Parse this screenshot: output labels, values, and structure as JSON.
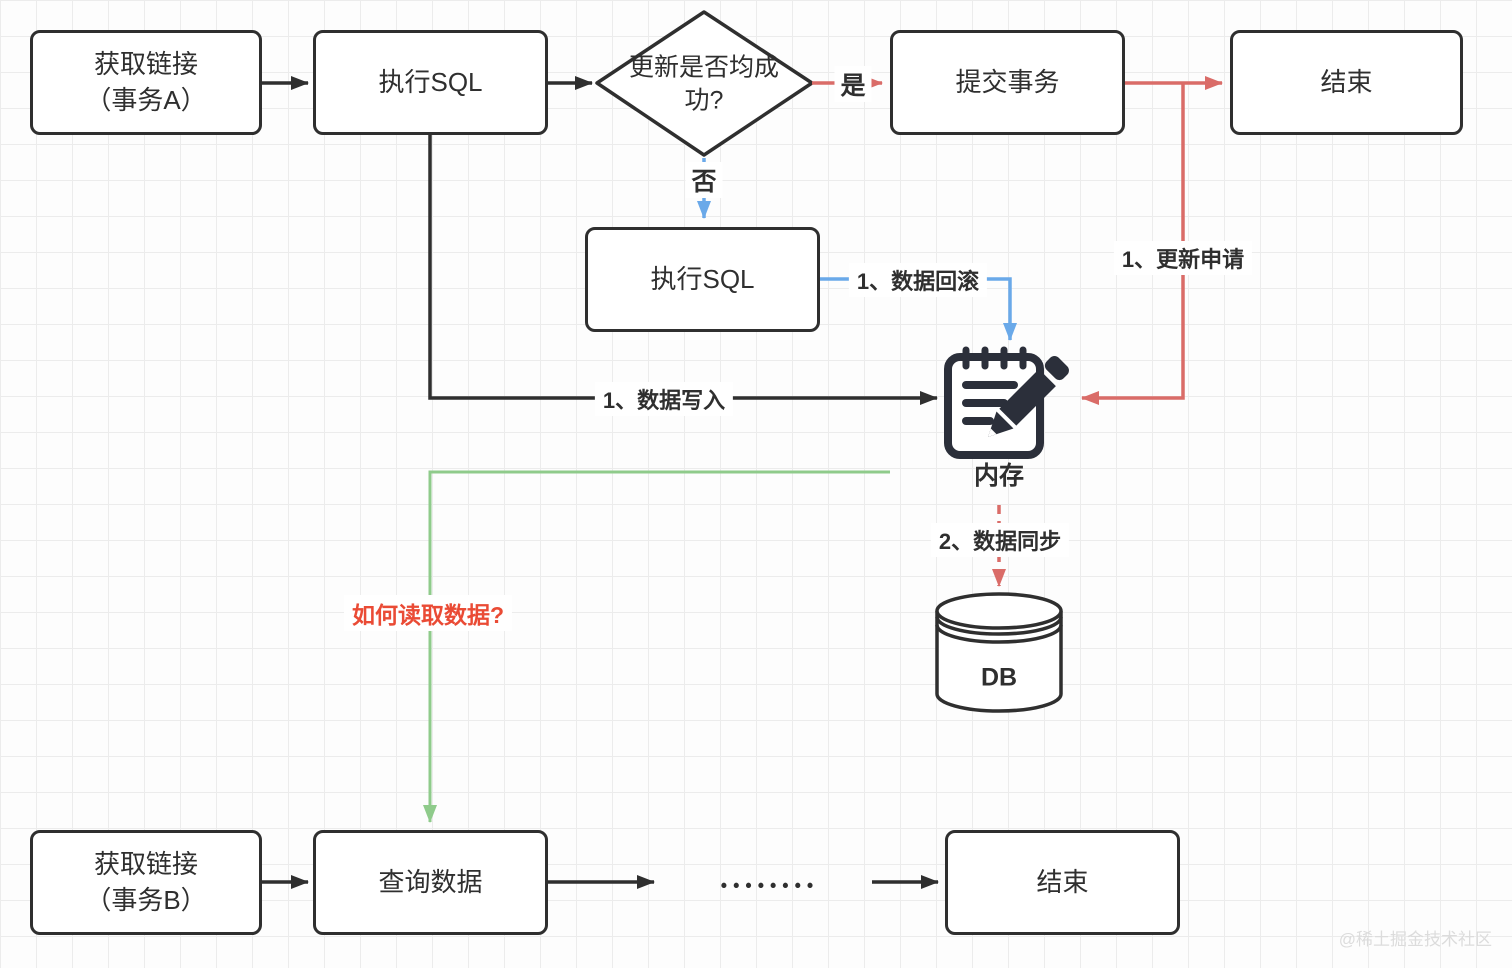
{
  "nodes": {
    "get_conn_a": "获取链接\n（事务A）",
    "exec_sql": "执行SQL",
    "decision": "更新是否均成功?",
    "commit_tx": "提交事务",
    "end_top": "结束",
    "exec_sql_rollback": "执行SQL",
    "memory_caption": "内存",
    "db_caption": "DB",
    "get_conn_b": "获取链接\n（事务B）",
    "query_data": "查询数据",
    "ellipsis": "••••••••",
    "end_bottom": "结束"
  },
  "edges": {
    "yes": "是",
    "no": "否",
    "rollback": "1、数据回滚",
    "write": "1、数据写入",
    "update_request": "1、更新申请",
    "sync": "2、数据同步",
    "how_to_read": "如何读取数据?"
  },
  "colors": {
    "line_black": "#2f2f2f",
    "line_red": "#da6c68",
    "line_blue": "#6aa9e9",
    "line_green": "#8fcb8b",
    "highlight_text": "#ea4b35",
    "icon_dark": "#2b2f3a"
  },
  "watermark": "@稀土掘金技术社区"
}
